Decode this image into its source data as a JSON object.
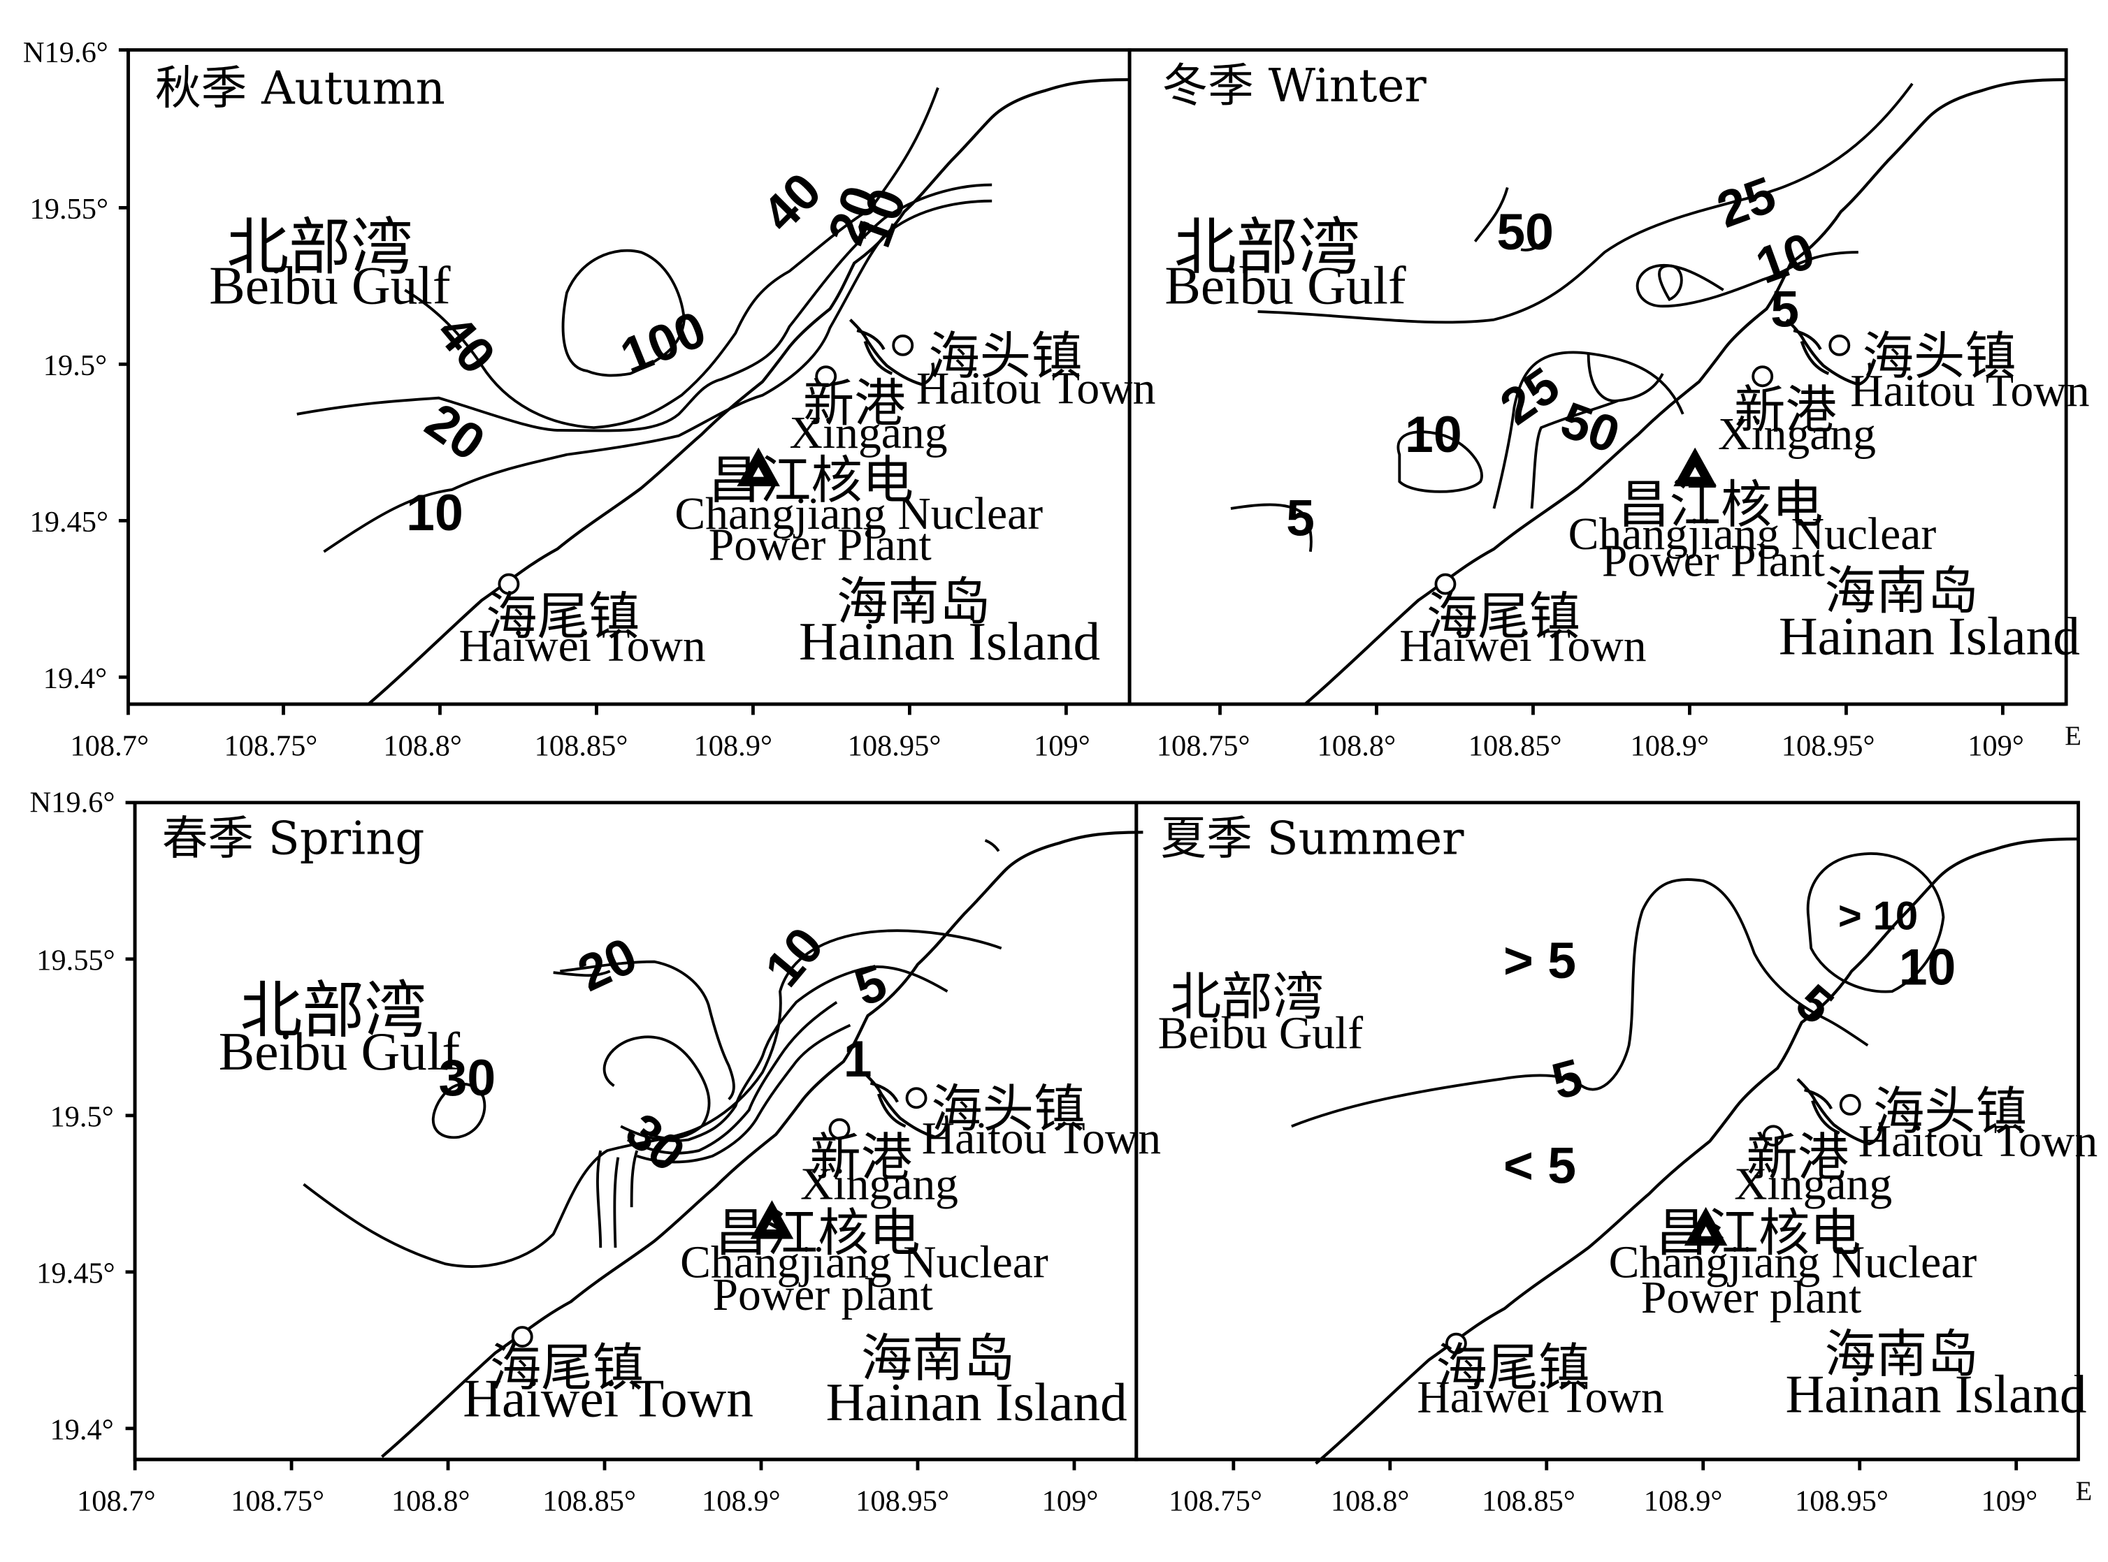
{
  "x_ticks": [
    "108.7°",
    "108.75°",
    "108.8°",
    "108.85°",
    "108.9°",
    "108.95°",
    "109°"
  ],
  "y_ticks": [
    "N19.6°",
    "19.55°",
    "19.5°",
    "19.45°",
    "19.4°"
  ],
  "east_label": "E",
  "panels": {
    "autumn": {
      "title": "秋季 Autumn",
      "gulf_zh": "北部湾",
      "gulf_en": "Beibu Gulf",
      "haitou_zh": "海头镇",
      "haitou_en": "Haitou Town",
      "xingang_zh": "新港",
      "xingang_en": "Xingang",
      "plant_zh": "昌江核电",
      "plant_en1": "Changjiang Nuclear",
      "plant_en2": "Power Plant",
      "haiwei_zh": "海尾镇",
      "haiwei_en": "Haiwei Town",
      "island_zh": "海南岛",
      "island_en": "Hainan Island",
      "contours": [
        "40",
        "20",
        "10",
        "40",
        "100",
        "20",
        "10"
      ]
    },
    "winter": {
      "title": "冬季  Winter",
      "gulf_zh": "北部湾",
      "gulf_en": "Beibu Gulf",
      "haitou_zh": "海头镇",
      "haitou_en": "Haitou Town",
      "xingang_zh": "新港",
      "xingang_en": "Xingang",
      "plant_zh": "昌江核电",
      "plant_en1": "Changjiang Nuclear",
      "plant_en2": "Power Plant",
      "haiwei_zh": "海尾镇",
      "haiwei_en": "Haiwei Town",
      "island_zh": "海南岛",
      "island_en": "Hainan Island",
      "contours": [
        "50",
        "25",
        "10",
        "5",
        "25",
        "50",
        "10",
        "5"
      ]
    },
    "spring": {
      "title": "春季  Spring",
      "gulf_zh": "北部湾",
      "gulf_en": "Beibu Gulf",
      "haitou_zh": "海头镇",
      "haitou_en": "Haitou Town",
      "xingang_zh": "新港",
      "xingang_en": "Xingang",
      "plant_zh": "昌江核电",
      "plant_en1": "Changjiang Nuclear",
      "plant_en2": "Power plant",
      "haiwei_zh": "海尾镇",
      "haiwei_en": "Haiwei Town",
      "island_zh": "海南岛",
      "island_en": "Hainan Island",
      "contours": [
        "20",
        "10",
        "5",
        "1",
        "30",
        "30"
      ]
    },
    "summer": {
      "title": "夏季 Summer",
      "gulf_zh": "北部湾",
      "gulf_en": "Beibu Gulf",
      "haitou_zh": "海头镇",
      "haitou_en": "Haitou Town",
      "xingang_zh": "新港",
      "xingang_en": "Xingang",
      "plant_zh": "昌江核电",
      "plant_en1": "Changjiang Nuclear",
      "plant_en2": "Power plant",
      "haiwei_zh": "海尾镇",
      "haiwei_en": "Haiwei Town",
      "island_zh": "海南岛",
      "island_en": "Hainan Island",
      "contours": [
        "> 10",
        "> 5",
        "10",
        "5",
        "5",
        "< 5"
      ]
    }
  }
}
